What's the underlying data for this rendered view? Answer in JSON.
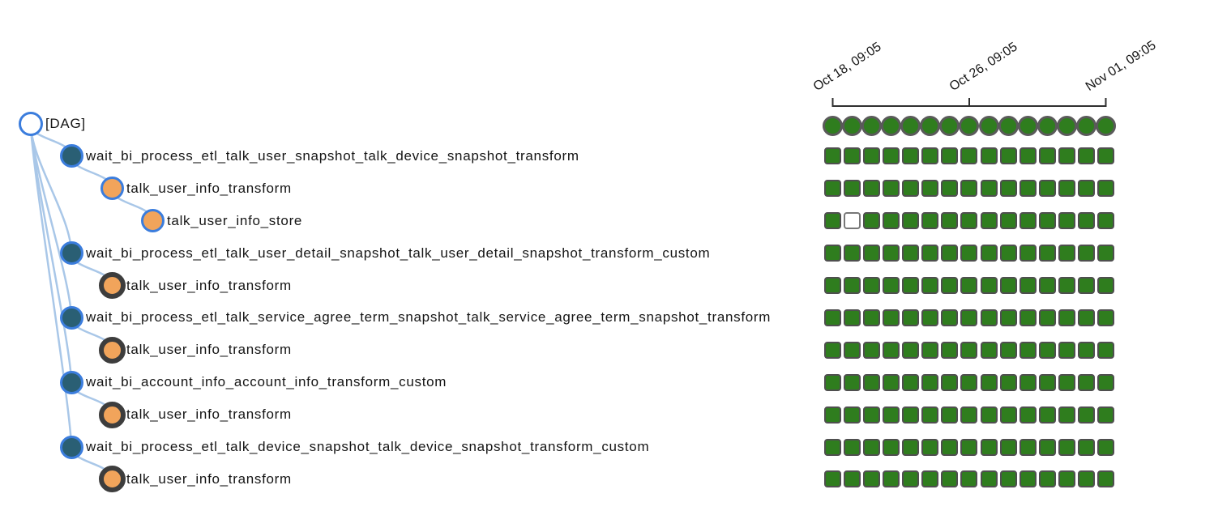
{
  "colors": {
    "success_green": "#2f7d1e",
    "cell_border_gray": "#4f4f4f",
    "run_ring_gray": "#5a5a5a",
    "no_status_fill": "#ffffff",
    "no_status_border": "#777777",
    "node_ring_blue": "#3b7ddd",
    "sensor_teal": "#2a5f74",
    "operator_orange": "#f1a45b",
    "dark_node_ring": "#3d3d3d",
    "link_blue": "#a9c7e8",
    "axis_dark": "#2f2f2f",
    "text_dark": "#151515"
  },
  "status_legend": {
    "S": "success",
    "N": "no_status"
  },
  "axis": {
    "tick_labels": [
      "Oct 18, 09:05",
      "Oct 26, 09:05",
      "Nov 01, 09:05"
    ],
    "tick_columns": [
      0,
      7,
      14
    ]
  },
  "runs": {
    "count": 15,
    "statuses": "SSSSSSSSSSSSSSS"
  },
  "root": {
    "label": "[DAG]",
    "style": "dag-root"
  },
  "tasks": [
    {
      "label": "wait_bi_process_etl_talk_user_snapshot_talk_device_snapshot_transform",
      "depth": 1,
      "parent": -1,
      "style": "sensor",
      "statuses": "SSSSSSSSSSSSSSS"
    },
    {
      "label": "talk_user_info_transform",
      "depth": 2,
      "parent": 0,
      "style": "task-blue",
      "statuses": "SSSSSSSSSSSSSSS"
    },
    {
      "label": "talk_user_info_store",
      "depth": 3,
      "parent": 1,
      "style": "task-blue",
      "statuses": "SNSSSSSSSSSSSSS"
    },
    {
      "label": "wait_bi_process_etl_talk_user_detail_snapshot_talk_user_detail_snapshot_transform_custom",
      "depth": 1,
      "parent": -1,
      "style": "sensor",
      "statuses": "SSSSSSSSSSSSSSS"
    },
    {
      "label": "talk_user_info_transform",
      "depth": 2,
      "parent": 3,
      "style": "task-dark",
      "statuses": "SSSSSSSSSSSSSSS"
    },
    {
      "label": "wait_bi_process_etl_talk_service_agree_term_snapshot_talk_service_agree_term_snapshot_transform",
      "depth": 1,
      "parent": -1,
      "style": "sensor",
      "statuses": "SSSSSSSSSSSSSSS"
    },
    {
      "label": "talk_user_info_transform",
      "depth": 2,
      "parent": 5,
      "style": "task-dark",
      "statuses": "SSSSSSSSSSSSSSS"
    },
    {
      "label": "wait_bi_account_info_account_info_transform_custom",
      "depth": 1,
      "parent": -1,
      "style": "sensor",
      "statuses": "SSSSSSSSSSSSSSS"
    },
    {
      "label": "talk_user_info_transform",
      "depth": 2,
      "parent": 7,
      "style": "task-dark",
      "statuses": "SSSSSSSSSSSSSSS"
    },
    {
      "label": "wait_bi_process_etl_talk_device_snapshot_talk_device_snapshot_transform_custom",
      "depth": 1,
      "parent": -1,
      "style": "sensor",
      "statuses": "SSSSSSSSSSSSSSS"
    },
    {
      "label": "talk_user_info_transform",
      "depth": 2,
      "parent": 9,
      "style": "task-dark",
      "statuses": "SSSSSSSSSSSSSSS"
    }
  ]
}
